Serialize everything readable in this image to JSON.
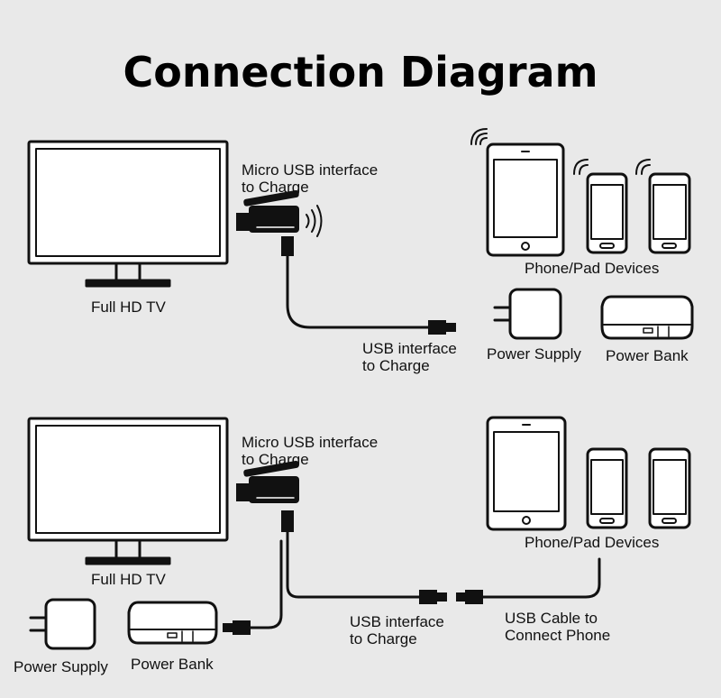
{
  "title": "Connection Diagram",
  "top": {
    "tv_label": "Full HD TV",
    "micro_usb_label_1": "Micro USB interface",
    "micro_usb_label_2": "to Charge",
    "usb_label_1": "USB interface",
    "usb_label_2": "to Charge",
    "devices_label": "Phone/Pad Devices",
    "power_supply_label": "Power Supply",
    "power_bank_label": "Power Bank"
  },
  "bottom": {
    "tv_label": "Full HD TV",
    "micro_usb_label_1": "Micro USB interface",
    "micro_usb_label_2": "to Charge",
    "usb_label_1": "USB interface",
    "usb_label_2": "to Charge",
    "cable_label_1": "USB Cable to",
    "cable_label_2": "Connect Phone",
    "devices_label": "Phone/Pad Devices",
    "power_supply_label": "Power Supply",
    "power_bank_label": "Power Bank"
  },
  "colors": {
    "background": "#e9e9e9",
    "line": "#111111",
    "screen": "#ffffff"
  }
}
